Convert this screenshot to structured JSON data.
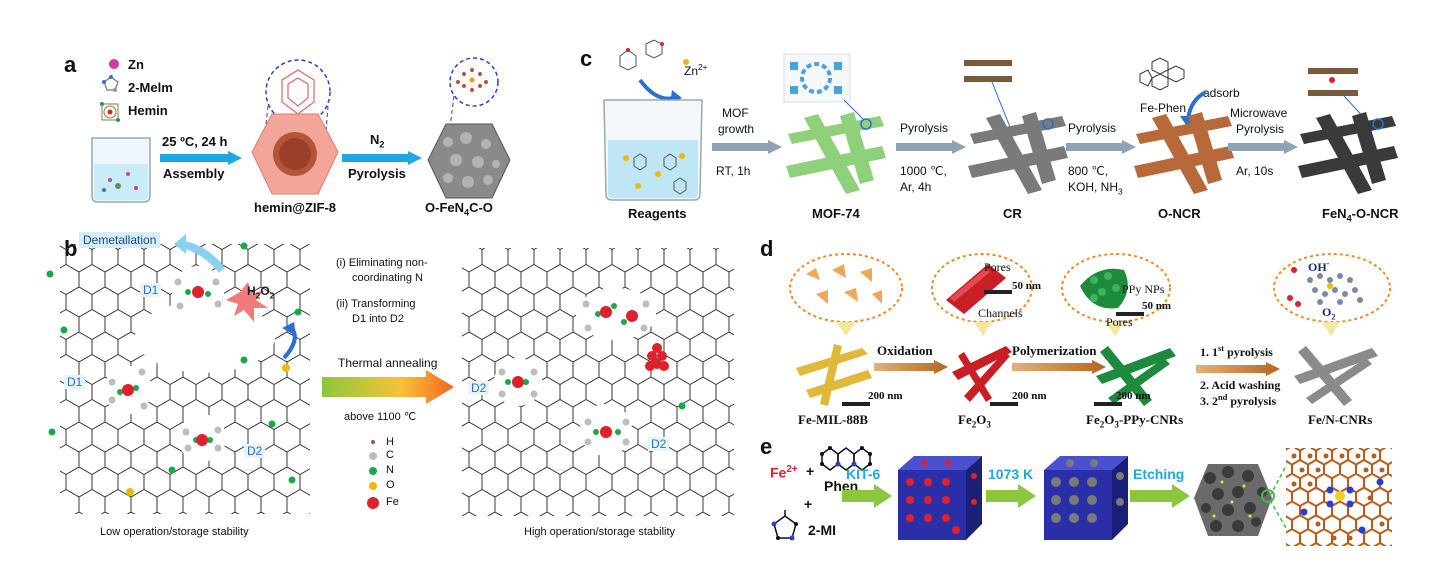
{
  "panels": {
    "a": {
      "label": "a",
      "legend": [
        "Zn",
        "2-Melm",
        "Hemin"
      ],
      "step1_top": "25 ºC, 24 h",
      "step1_bottom": "Assembly",
      "step2_top": "N",
      "step2_top_sub": "2",
      "step2_bottom": "Pyrolysis",
      "product1": "hemin@ZIF-8",
      "product2_pre": "O-FeN",
      "product2_sub": "4",
      "product2_post": "C-O"
    },
    "b": {
      "label": "b",
      "demetallation": "Demetallation",
      "h2o2_pre": "H",
      "h2o2_sub1": "2",
      "h2o2_mid": "O",
      "h2o2_sub2": "2",
      "d1_top": "D1",
      "d1_left": "D1",
      "d2_left": "D2",
      "d2_right": "D2",
      "note1_line1": "(i) Eliminating non-",
      "note1_line2": "coordinating N",
      "note2_line1": "(ii) Transforming",
      "note2_line2": "D1 into D2",
      "arrow_top": "Thermal annealing",
      "arrow_bottom": "above 1100 ℃",
      "legend": [
        "H",
        "C",
        "N",
        "O",
        "Fe"
      ],
      "caption_left": "Low operation/storage stability",
      "caption_right": "High operation/storage stability"
    },
    "c": {
      "label": "c",
      "zn": "Zn",
      "zn_sup": "2+",
      "reagents": "Reagents",
      "s1_top1": "MOF",
      "s1_top2": "growth",
      "s1_bottom": "RT, 1h",
      "s2_top": "Pyrolysis",
      "s2_bottom1": "1000 ℃,",
      "s2_bottom2": "Ar, 4h",
      "s3_top": "Pyrolysis",
      "s3_bottom1": "800 ℃,",
      "s3_bottom2_pre": "KOH, NH",
      "s3_bottom2_sub": "3",
      "fephen": "Fe-Phen",
      "adsorb": "adsorb",
      "s4_top1": "Microwave",
      "s4_top2": "Pyrolysis",
      "s4_bottom": "Ar, 10s",
      "prod1": "MOF-74",
      "prod2": "CR",
      "prod3": "O-NCR",
      "prod4_pre": "FeN",
      "prod4_sub": "4",
      "prod4_post": "-O-NCR"
    },
    "d": {
      "label": "d",
      "pores": "Pores",
      "scale_50a": "50 nm",
      "channels": "Channels",
      "ppy_nps": "PPy NPs",
      "scale_50b": "50 nm",
      "pores2": "Pores",
      "oh": "OH",
      "oh_sup": "-",
      "o2": "O",
      "o2_sub": "2",
      "oxidation": "Oxidation",
      "polymerization": "Polymerization",
      "step1_pre": "1. 1",
      "step1_sup": "st",
      "step1_post": " pyrolysis",
      "step2": "2. Acid washing",
      "step3_pre": "3. 2",
      "step3_sup": "nd",
      "step3_post": " pyrolysis",
      "scale_200a": "200 nm",
      "scale_200b": "200 nm",
      "scale_200c": "200 nm",
      "prod1": "Fe-MIL-88B",
      "prod2_pre": "Fe",
      "prod2_sub1": "2",
      "prod2_mid": "O",
      "prod2_sub2": "3",
      "prod3_pre": "Fe",
      "prod3_sub1": "2",
      "prod3_mid": "O",
      "prod3_sub2": "3",
      "prod3_post": "-PPy-CNRs",
      "prod4": "Fe/N-CNRs"
    },
    "e": {
      "label": "e",
      "fe": "Fe",
      "fe_sup": "2+",
      "plus1": "+",
      "phen": "Phen",
      "plus2": "+",
      "mi": "2-MI",
      "step1": "KIT-6",
      "step2": "1073 K",
      "step3": "Etching"
    }
  },
  "colors": {
    "blue_arrow": "#1ea7e1",
    "grey_arrow": "#8fa3b5",
    "brown_arrow": "#b5651d",
    "green_arrow": "#8cc63f",
    "fe_red": "#e0202a",
    "n_green": "#1aa84a",
    "c_grey": "#bdbdbd",
    "mof74_green": "#8ed17a",
    "oncr_brown": "#b8693a",
    "cube_blue": "#2a2fa8",
    "dotted_orange": "#f08a24"
  }
}
